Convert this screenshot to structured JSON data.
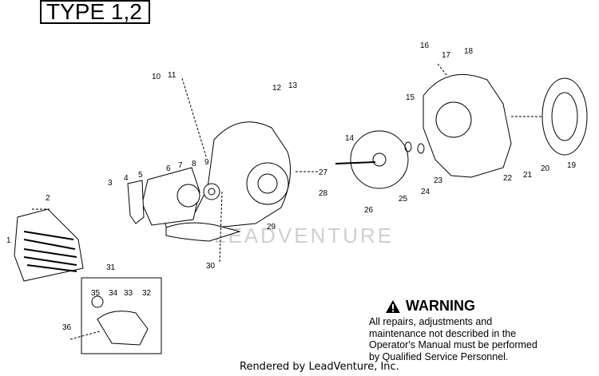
{
  "header": {
    "type_label": "TYPE 1,2"
  },
  "watermark": {
    "text": "LEADVENTURE"
  },
  "warning": {
    "title": "WARNING",
    "body": "All repairs, adjustments and maintenance not described in the Operator's Manual must be performed by Qualified Service Personnel."
  },
  "footer": {
    "rendered_by": "Rendered by LeadVenture, Inc."
  },
  "callouts": [
    "1",
    "2",
    "3",
    "4",
    "5",
    "6",
    "7",
    "8",
    "9",
    "10",
    "11",
    "12",
    "13",
    "14",
    "15",
    "16",
    "17",
    "18",
    "19",
    "20",
    "21",
    "22",
    "23",
    "24",
    "25",
    "26",
    "27",
    "28",
    "29",
    "30",
    "31",
    "32",
    "33",
    "34",
    "35",
    "36"
  ],
  "icons": {
    "warning": "warning-triangle-icon"
  }
}
